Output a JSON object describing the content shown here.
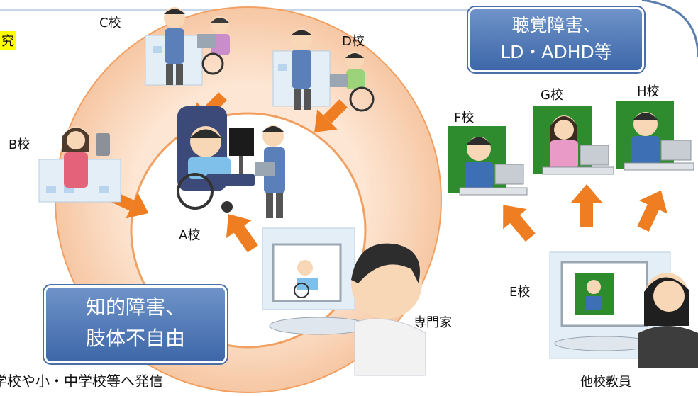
{
  "schools": {
    "a": "A校",
    "b": "B校",
    "c": "C校",
    "d": "D校",
    "e": "E校",
    "f": "F校",
    "g": "G校",
    "h": "H校"
  },
  "roles": {
    "expert": "専門家",
    "other_teacher": "他校教員"
  },
  "callouts": {
    "left_line1": "知的障害、",
    "left_line2": "肢体不自由",
    "right_line1": "聴覚障害、",
    "right_line2": "LD・ADHD等"
  },
  "fragments": {
    "top_left": "究",
    "bottom_left": "学校や小・中学校等へ発信"
  },
  "colors": {
    "ring": "#f6c7a4",
    "ring_border": "#f2a061",
    "arrow": "#ef7d21",
    "callout": "#4a6fa8",
    "screen_green": "#2e8b2e",
    "highlight": "#ffff00"
  }
}
